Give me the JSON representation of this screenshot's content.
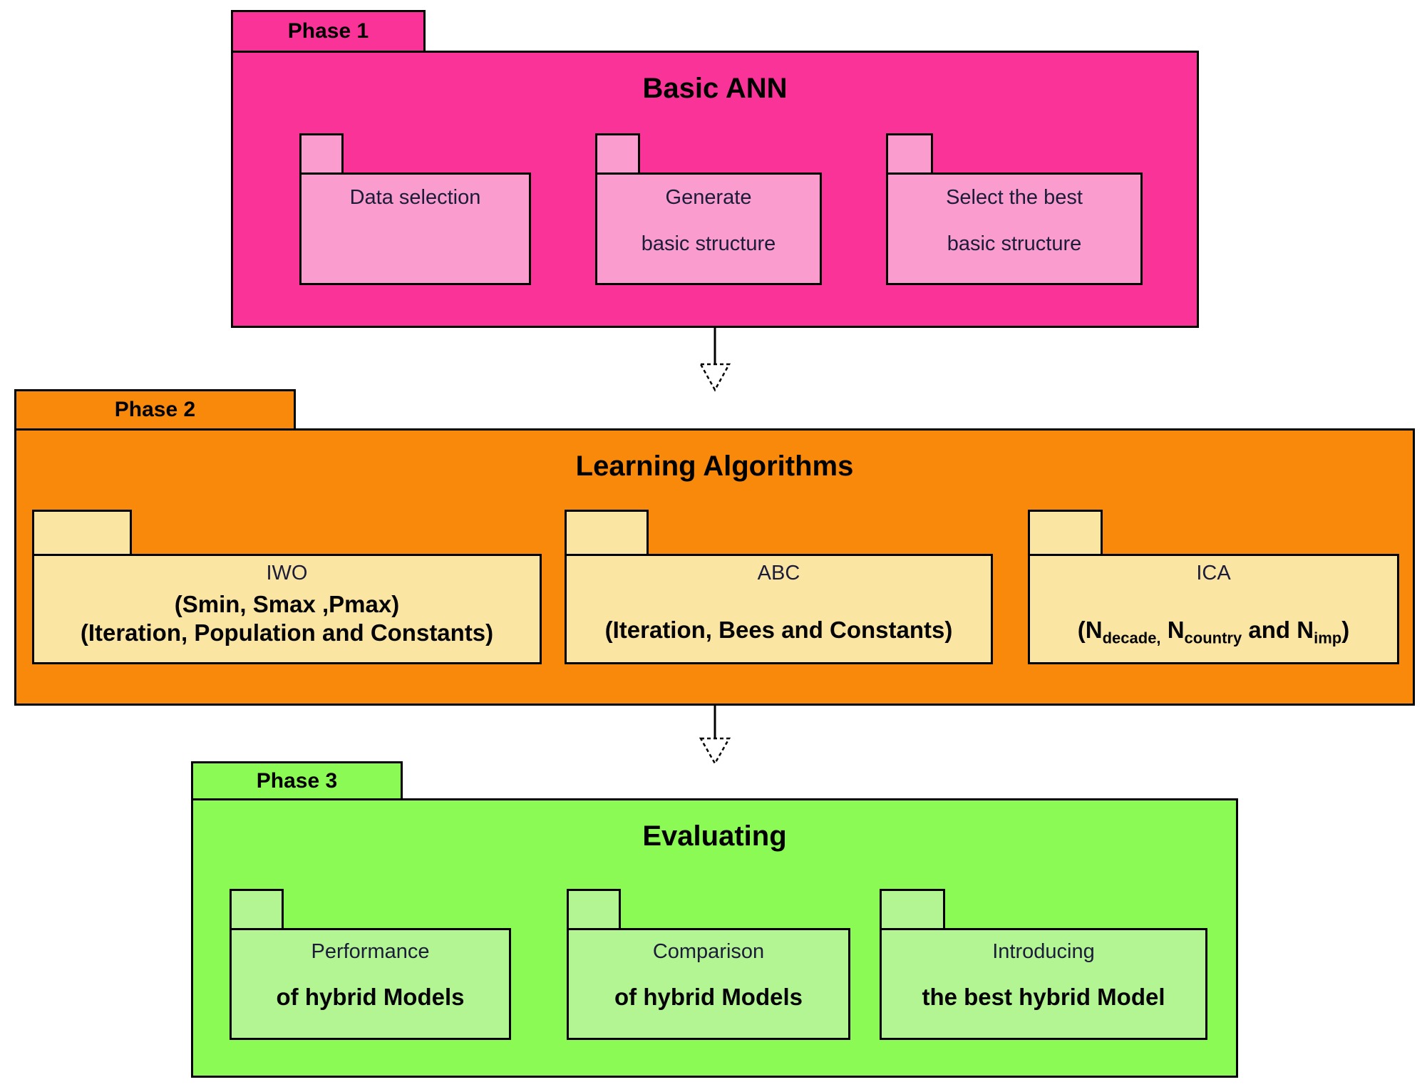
{
  "phases": [
    {
      "tab_label": "Phase 1",
      "title": "Basic ANN",
      "colors": {
        "main": "#fa3399",
        "sub": "#fa9cce"
      },
      "packages": [
        {
          "line1": "Data selection"
        },
        {
          "line1": "Generate",
          "line2": "basic structure"
        },
        {
          "line1": "Select the best",
          "line2": "basic structure"
        }
      ]
    },
    {
      "tab_label": "Phase 2",
      "title": "Learning Algorithms",
      "colors": {
        "main": "#f8890b",
        "sub": "#fbe5a2"
      },
      "packages": [
        {
          "line1": "IWO",
          "line2": "(Smin, Smax ,Pmax)",
          "line3": "(Iteration, Population and Constants)"
        },
        {
          "line1": "ABC",
          "line3": "(Iteration, Bees and Constants)"
        },
        {
          "line1": "ICA",
          "line3_rich": [
            {
              "text": "(N"
            },
            {
              "text": "decade,",
              "sub": true
            },
            {
              "text": " N"
            },
            {
              "text": "country",
              "sub": true
            },
            {
              "text": " and N"
            },
            {
              "text": "imp",
              "sub": true
            },
            {
              "text": ")"
            }
          ]
        }
      ]
    },
    {
      "tab_label": "Phase 3",
      "title": "Evaluating",
      "colors": {
        "main": "#8bfa55",
        "sub": "#b4f593"
      },
      "packages": [
        {
          "line1": "Performance",
          "line2": "of hybrid Models"
        },
        {
          "line1": "Comparison",
          "line2": "of hybrid Models"
        },
        {
          "line1": "Introducing",
          "line2": "the best hybrid Model"
        }
      ]
    }
  ],
  "arrows": [
    {
      "from": "Phase 1",
      "to": "Phase 2"
    },
    {
      "from": "Phase 2",
      "to": "Phase 3"
    }
  ]
}
